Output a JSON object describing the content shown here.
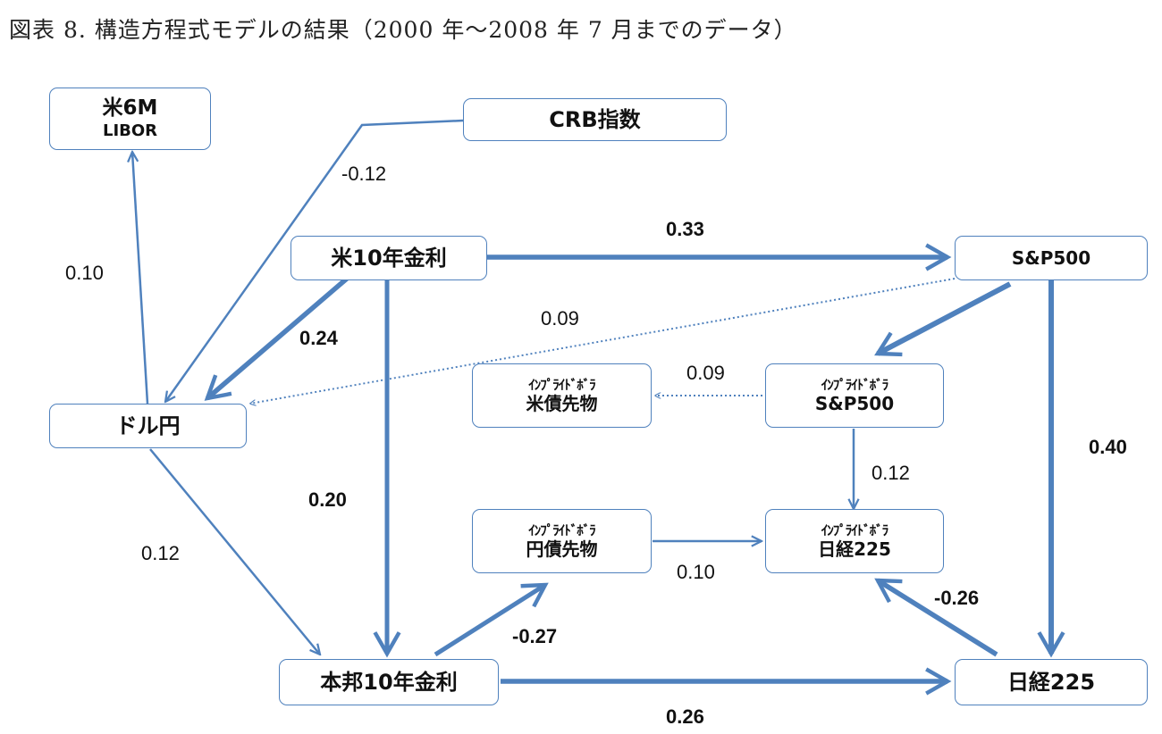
{
  "title": "図表 8. 構造方程式モデルの結果（2000 年〜2008 年 7 月までのデータ）",
  "colors": {
    "arrow": "#4f81bd",
    "border": "#4f81bd"
  },
  "nodes": {
    "libor6m": {
      "line1": "米6M",
      "line2": "LIBOR"
    },
    "crb": {
      "line1": "CRB指数"
    },
    "us10y": {
      "line1": "米10年金利"
    },
    "sp500": {
      "line1": "S&P500"
    },
    "usdjpy": {
      "line1": "ドル円"
    },
    "iv_ust": {
      "line1": "ｲﾝﾌﾟﾗｲﾄﾞﾎﾞﾗ",
      "line2": "米債先物"
    },
    "iv_sp": {
      "line1": "ｲﾝﾌﾟﾗｲﾄﾞﾎﾞﾗ",
      "line2": "S&P500"
    },
    "iv_jgb": {
      "line1": "ｲﾝﾌﾟﾗｲﾄﾞﾎﾞﾗ",
      "line2": "円債先物"
    },
    "iv_nk": {
      "line1": "ｲﾝﾌﾟﾗｲﾄﾞﾎﾞﾗ",
      "line2": "日経225"
    },
    "jp10y": {
      "line1": "本邦10年金利"
    },
    "nk225": {
      "line1": "日経225"
    }
  },
  "coefficients": {
    "crb_usdjpy": "-0.12",
    "usdjpy_libor": "0.10",
    "us10y_sp": "0.33",
    "us10y_usdjpy": "0.24",
    "sp_usdjpy": "0.09",
    "ivsp_ivust": "0.09",
    "sp_nk": "0.40",
    "us10y_jp10y": "0.20",
    "ivsp_ivnk": "0.12",
    "usdjpy_jp10y": "0.12",
    "ivjgb_ivnk": "0.10",
    "nk_ivnk": "-0.26",
    "jp10y_ivjgb": "-0.27",
    "jp10y_nk": "0.26"
  }
}
